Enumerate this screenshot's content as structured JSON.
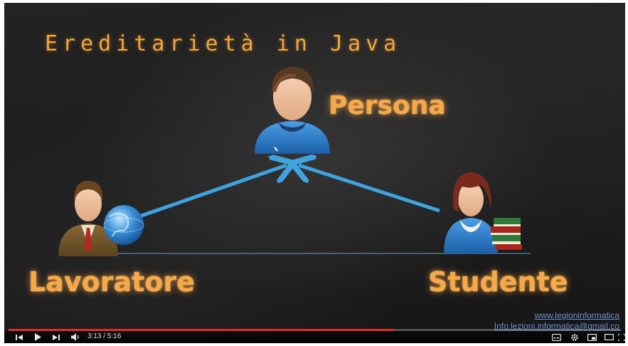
{
  "video": {
    "title": "Ereditarietà in Java",
    "nodes": {
      "parent": "Persona",
      "left_child": "Lavoratore",
      "right_child": "Studente"
    },
    "watermark": {
      "site": "www.legioninformatica",
      "email": "Info.lezioni.informatica@gmail.co"
    },
    "progress": 0.63
  },
  "controls": {
    "time": "3:13 / 5:16",
    "icons": [
      "skip-previous-icon",
      "play-icon",
      "skip-next-icon",
      "volume-icon",
      "subtitles-icon",
      "settings-gear-icon",
      "miniplayer-icon",
      "theater-mode-icon",
      "fullscreen-icon"
    ]
  },
  "colors": {
    "title": "#f2a63c",
    "labels": "#f4a94a",
    "arrow": "#3fa3e0",
    "progress": "#e52d27",
    "watermark": "#6f8fd0"
  }
}
